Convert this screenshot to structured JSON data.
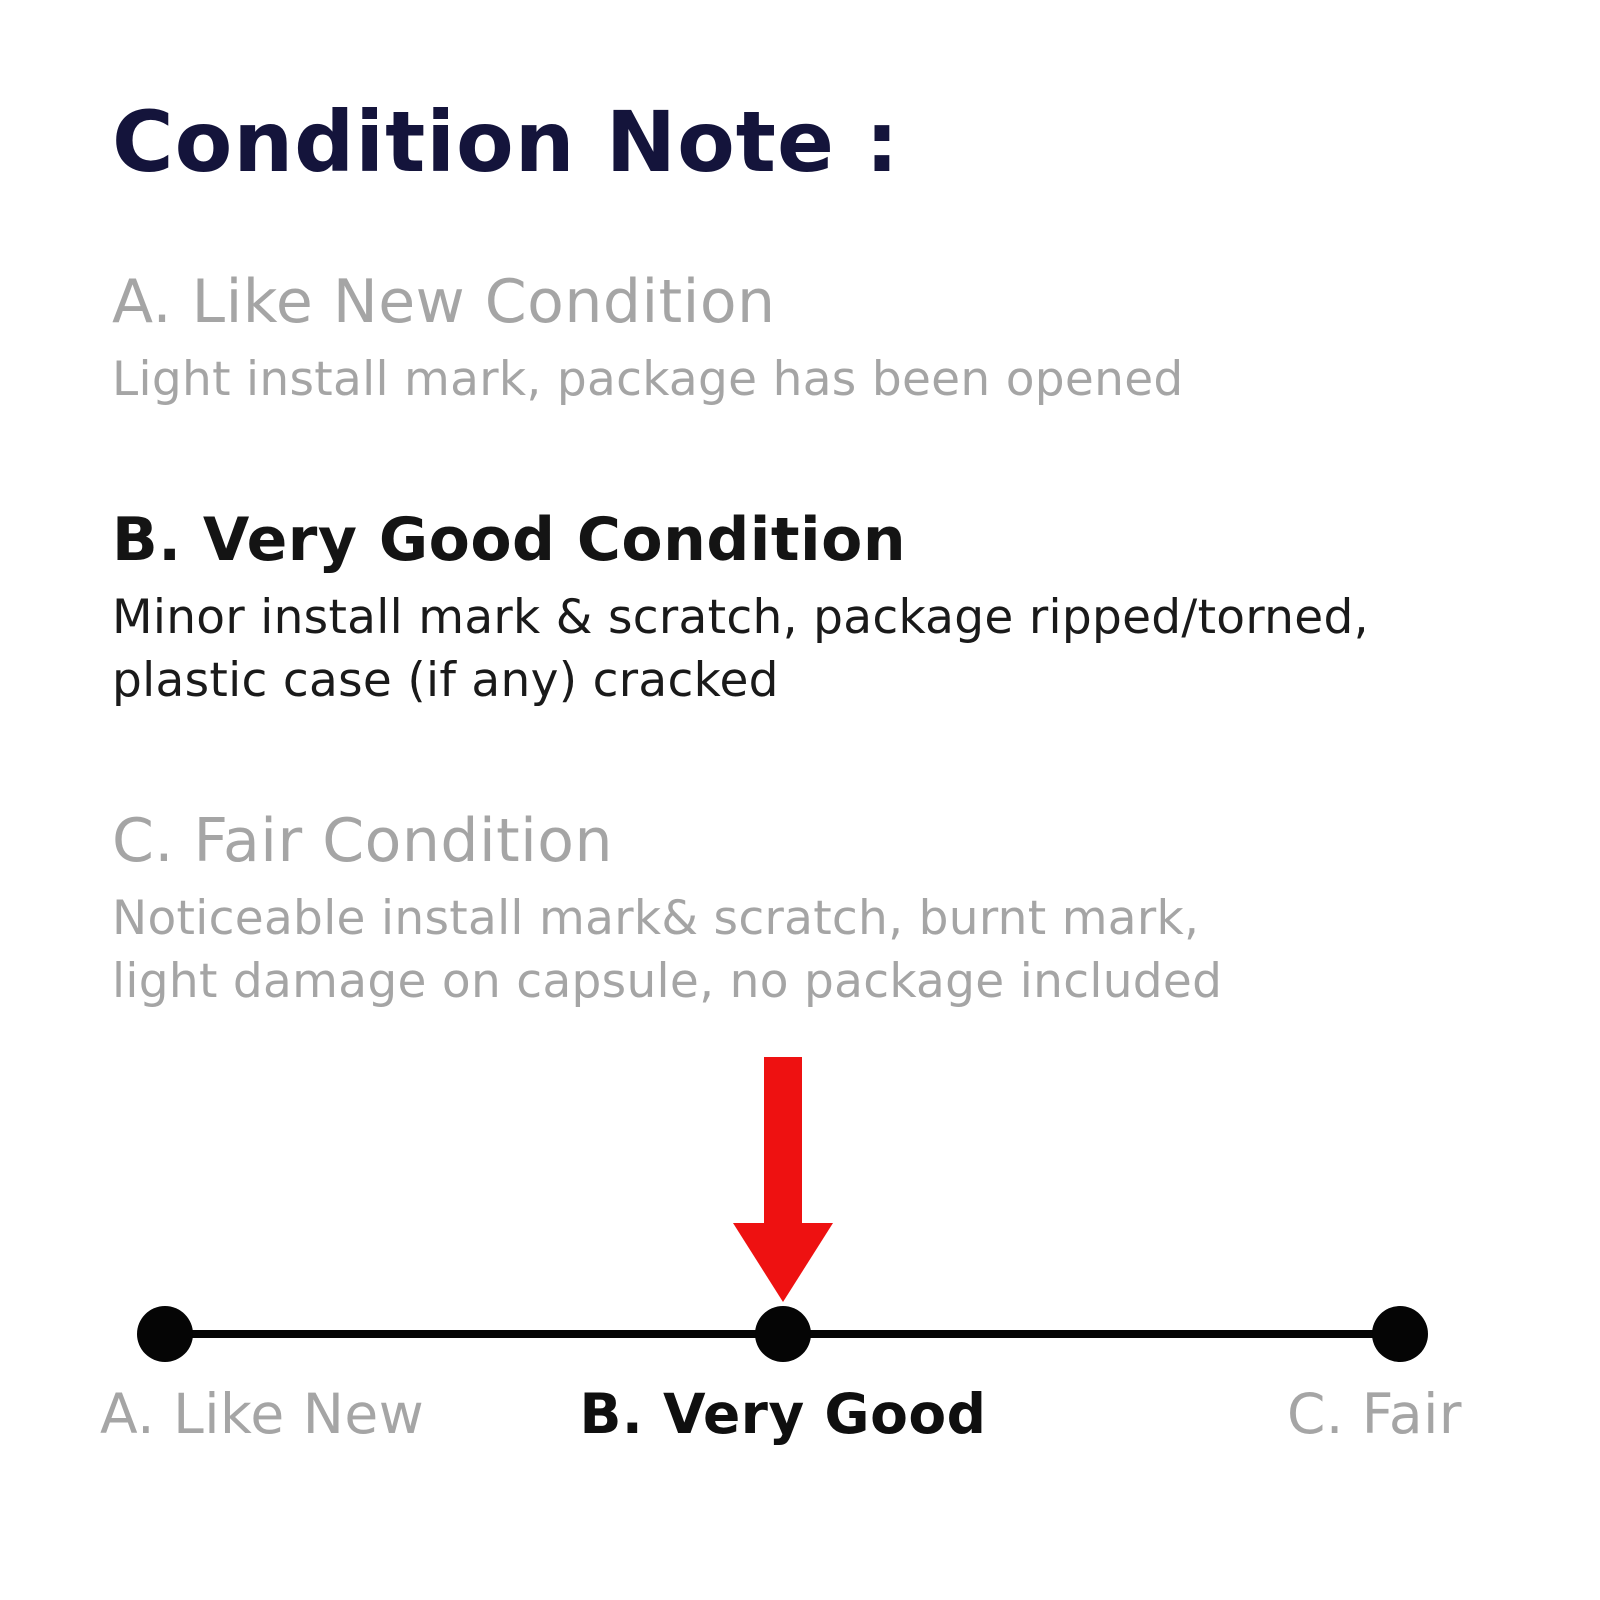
{
  "title": "Condition Note :",
  "colors": {
    "title_navy": "#14143b",
    "muted_gray": "#a5a5a5",
    "text_black": "#141414",
    "arrow_red": "#ee1111",
    "background": "#ffffff"
  },
  "sections": [
    {
      "grade": "A",
      "heading": "A. Like New Condition",
      "lines": [
        "Light install mark, package has been opened"
      ],
      "emphasized": false
    },
    {
      "grade": "B",
      "heading": "B. Very Good Condition",
      "lines": [
        "Minor install mark & scratch, package ripped/torned,",
        "plastic case (if any) cracked"
      ],
      "emphasized": true
    },
    {
      "grade": "C",
      "heading": "C. Fair Condition",
      "lines": [
        "Noticeable install mark& scratch, burnt mark,",
        "light damage on capsule, no package included"
      ],
      "emphasized": false
    }
  ],
  "scale": {
    "selected": "B. Very Good",
    "indicator_icon": "red-down-arrow",
    "points": [
      {
        "label": "A. Like New",
        "selected": false
      },
      {
        "label": "B. Very Good",
        "selected": true
      },
      {
        "label": "C. Fair",
        "selected": false
      }
    ]
  }
}
